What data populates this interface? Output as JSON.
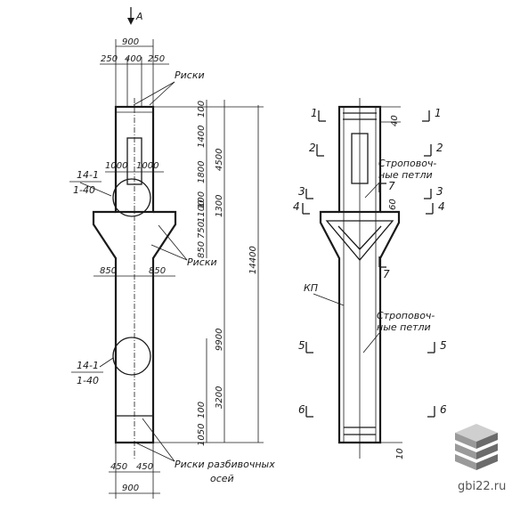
{
  "view_arrow": "А",
  "dims_top": {
    "overall": "900",
    "left": "250",
    "mid": "400",
    "right": "250"
  },
  "dims_right_inner": [
    "100",
    "1400",
    "1800",
    "100",
    "1100",
    "750",
    "850"
  ],
  "dims_right_mid": [
    "4500",
    "1300"
  ],
  "dims_right_lower": [
    "9900",
    "100",
    "3200",
    "1050"
  ],
  "dims_total": "14400",
  "dims_bracket": {
    "left": "1000",
    "right": "1000"
  },
  "dims_haunch": {
    "left": "850",
    "right": "850"
  },
  "dims_bottom": {
    "left": "450",
    "right": "450",
    "overall": "900"
  },
  "labels": {
    "riski_top": "Риски",
    "riski_mid": "Риски",
    "riski_axes_1": "Риски разбивочных",
    "riski_axes_2": "осей",
    "detail_upper_num": "14-1",
    "detail_upper_sheet": "1-40",
    "detail_lower_num": "14-1",
    "detail_lower_sheet": "1-40",
    "lifting_upper_1": "Строповоч-",
    "lifting_upper_2": "ные петли",
    "lifting_lower_1": "Строповоч-",
    "lifting_lower_2": "ные петли",
    "kp": "КП"
  },
  "sections": [
    "1",
    "2",
    "3",
    "4",
    "5",
    "6",
    "7"
  ],
  "side_dims": {
    "top": "40",
    "mid": "60",
    "bottom": "10"
  },
  "brand": "gbi22.ru",
  "colors": {
    "line": "#1a1a1a",
    "logo_light": "#cfcfcf",
    "logo_mid": "#9a9a9a",
    "logo_dark": "#6b6b6b"
  }
}
